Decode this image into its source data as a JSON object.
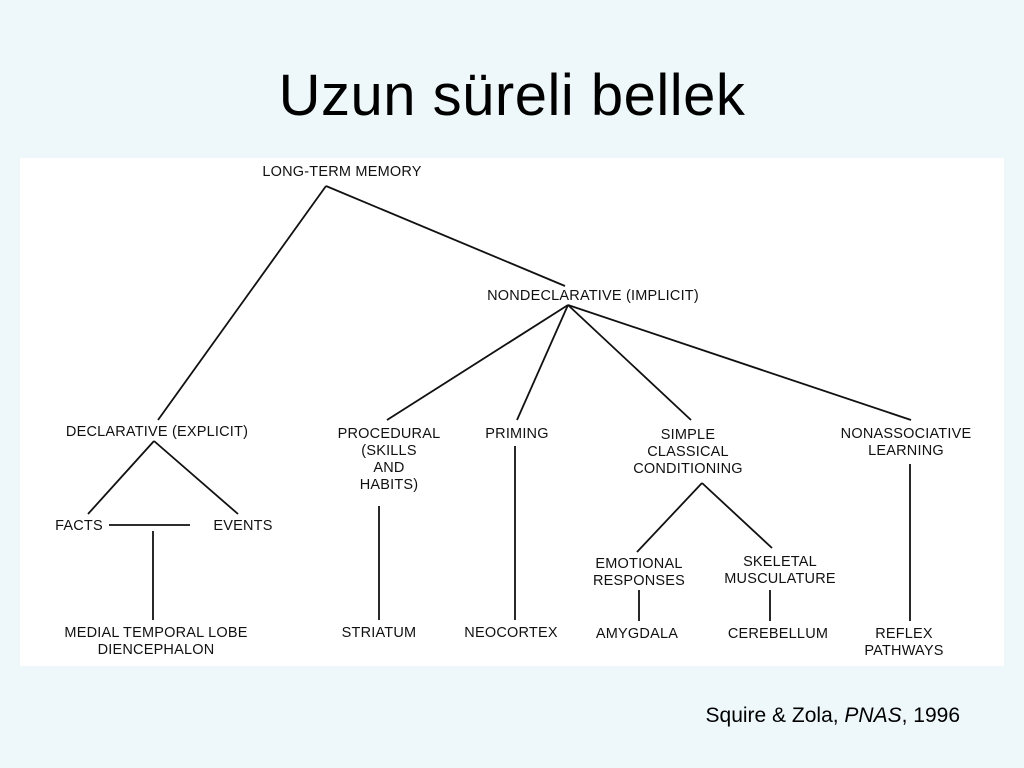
{
  "slide": {
    "title": "Uzun süreli bellek"
  },
  "diagram": {
    "nodes": {
      "long_term_memory": [
        "LONG-TERM MEMORY"
      ],
      "nondeclarative": [
        "NONDECLARATIVE (IMPLICIT)"
      ],
      "declarative": [
        "DECLARATIVE (EXPLICIT)"
      ],
      "procedural": [
        "PROCEDURAL",
        "(SKILLS",
        "AND",
        "HABITS)"
      ],
      "priming": [
        "PRIMING"
      ],
      "simple_classical_conditioning": [
        "SIMPLE",
        "CLASSICAL",
        "CONDITIONING"
      ],
      "nonassociative_learning": [
        "NONASSOCIATIVE",
        "LEARNING"
      ],
      "facts": [
        "FACTS"
      ],
      "events": [
        "EVENTS"
      ],
      "emotional_responses": [
        "EMOTIONAL",
        "RESPONSES"
      ],
      "skeletal_musculature": [
        "SKELETAL",
        "MUSCULATURE"
      ],
      "medial_temporal_lobe": [
        "MEDIAL TEMPORAL LOBE",
        "DIENCEPHALON"
      ],
      "striatum": [
        "STRIATUM"
      ],
      "neocortex": [
        "NEOCORTEX"
      ],
      "amygdala": [
        "AMYGDALA"
      ],
      "cerebellum": [
        "CEREBELLUM"
      ],
      "reflex_pathways": [
        "REFLEX",
        "PATHWAYS"
      ]
    }
  },
  "citation": {
    "authors": "Squire & Zola, ",
    "journal": "PNAS",
    "year": ", 1996"
  }
}
